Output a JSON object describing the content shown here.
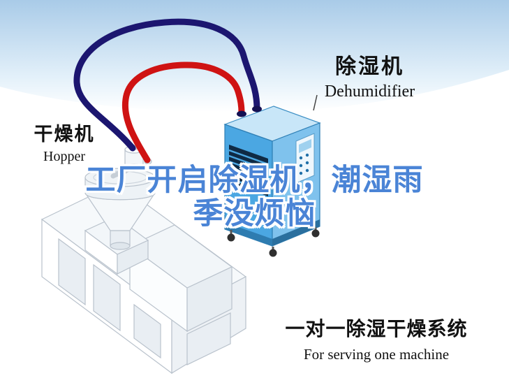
{
  "colors": {
    "sky": "#aecfe9",
    "headline-blue": "#4a84d6",
    "hose-red": "#cf1313",
    "hose-navy": "#1c1670",
    "unit-blue": "#4ba7e2",
    "unit-blue-light": "#7fc2ed",
    "unit-blue-top": "#c8e6f8",
    "ink": "#111111"
  },
  "labels": {
    "dehumidifier": {
      "zh": "除湿机",
      "en": "Dehumidifier"
    },
    "hopper": {
      "zh": "干燥机",
      "en": "Hopper"
    }
  },
  "headline": {
    "line1": "工厂开启除湿机，潮湿雨",
    "line2": "季没烦恼"
  },
  "caption": {
    "zh": "一对一除湿干燥系统",
    "en": "For serving one machine"
  },
  "illustration": {
    "scene": "industrial dehumidifier connected by hoses to a hopper dryer on an extruder machine",
    "hoses": [
      "supply-hose-navy",
      "return-hose-red"
    ],
    "machines": [
      "dehumidifier-unit",
      "hopper-dryer-machine"
    ]
  }
}
